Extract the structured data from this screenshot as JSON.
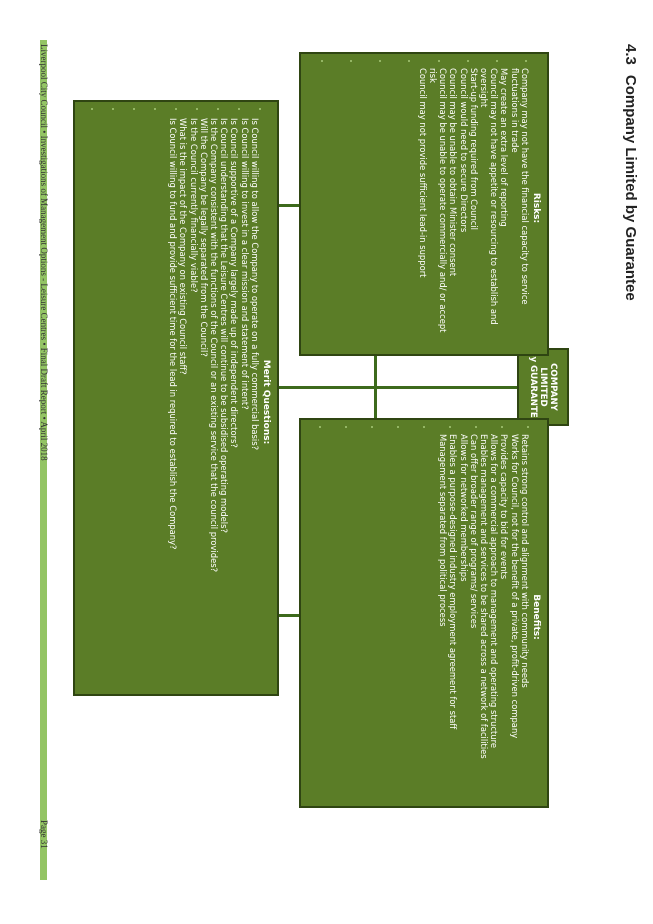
{
  "section": {
    "number": "4.3",
    "title": "Company Limited by Guarantee"
  },
  "center": {
    "line1": "COMPANY LIMITED",
    "line2": "by GUARANTEE"
  },
  "risks": {
    "title": "Risks:",
    "items": [
      "Company may not have the financial capacity to service fluctuations in trade",
      "May create an extra level of reporting",
      "Council may not have appetite or resourcing to establish and oversight",
      "Start-up funding required from Council",
      "Council would need to secure Directors",
      "Council may be unable to obtain Minister consent",
      "Council may be unable to operate commercially and/ or accept risk",
      "Council may not provide sufficient lead-in support"
    ]
  },
  "benefits": {
    "title": "Benefits:",
    "items": [
      "Retains strong control and alignment with community needs",
      "Works for Council, not for the benefit of a private, profit-driven company",
      "Provides capacity to bid for events",
      "Allows for a commercial approach to management and operating structure",
      "Enables management and services to be shared across a network of facilities",
      "Can offer broader range of programs/ services",
      "Allows for networked memberships",
      "Enables a purpose-designed industry employment agreement for staff",
      "Management separated from political process"
    ]
  },
  "merit": {
    "title": "Merit Questions:",
    "items": [
      "Is Council willing to allow the Company to operate on a fully commercial basis?",
      "Is Council willing to invest in a clear mission and statement of intent?",
      "Is Council supportive of a Company largely made up of independent directors?",
      "Is Council understanding that the Leisure Centres will continue to be subsidised operating models?",
      "Is the Company consistent with the functions of the Council or an existing service that the council provides?",
      "Will the Company be legally separated from the Council?",
      "Is the Council currently financially viable?",
      "What is the impact of the Company on existing Council staff?",
      "Is Council willing to fund and provide sufficient time for the lead in required to establish the Company?"
    ]
  },
  "footer": {
    "text": "Liverpool City Council • Investigations of Management Options - Leisure Centres • Final Draft Report • April 2018",
    "page": "Page 31"
  }
}
